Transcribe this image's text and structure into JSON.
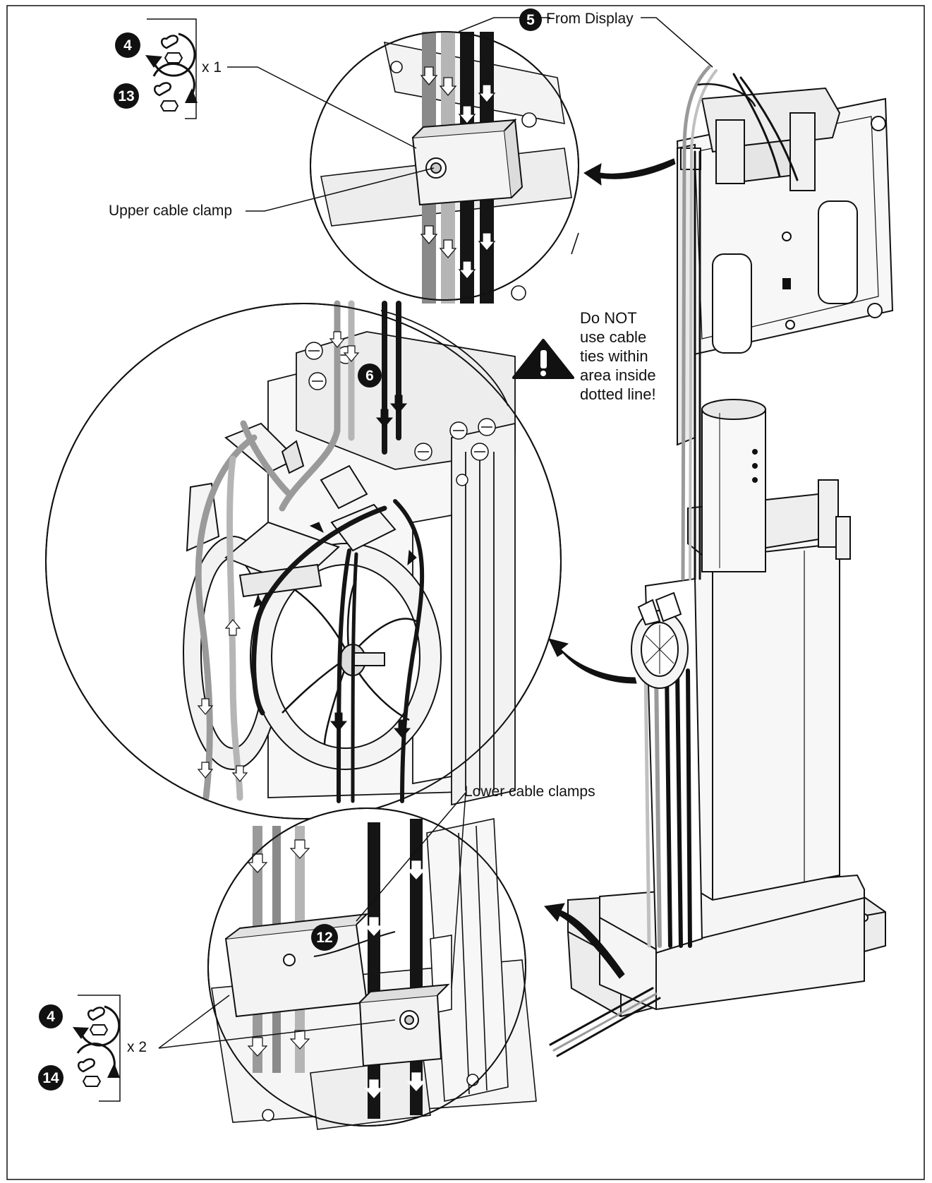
{
  "callouts": {
    "from_display": {
      "number": "5",
      "text": "From Display"
    },
    "route_step": {
      "number": "6"
    },
    "lower_step": {
      "number": "12"
    },
    "upper_clamp_label": "Upper cable clamp",
    "lower_clamps_label": "Lower cable clamps"
  },
  "tool_panels": {
    "upper": {
      "loosen_step": "4",
      "tighten_step": "13",
      "quantity": "x 1"
    },
    "lower": {
      "loosen_step": "4",
      "tighten_step": "14",
      "quantity": "x 2"
    }
  },
  "warning": {
    "lines": [
      "Do NOT",
      "use cable",
      "ties within",
      "area inside",
      "dotted line!"
    ]
  },
  "colors": {
    "line": "#111111",
    "cable_dark": "#151515",
    "cable_gray": "#8a8a8a",
    "cable_light": "#b5b5b5",
    "metal": "#e9e9e9"
  }
}
